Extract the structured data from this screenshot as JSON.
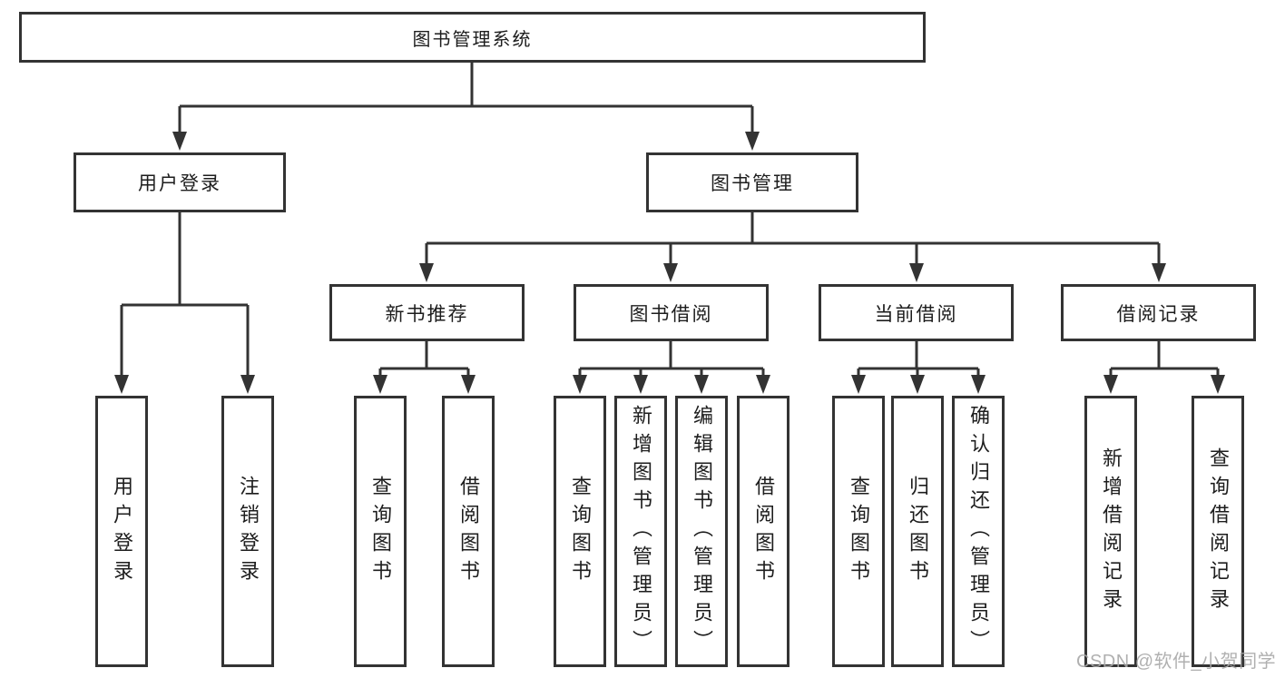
{
  "diagram": {
    "root": "图书管理系统",
    "user_login": {
      "label": "用户登录",
      "children": [
        "用户登录",
        "注销登录"
      ]
    },
    "book_mgmt": {
      "label": "图书管理",
      "modules": [
        {
          "label": "新书推荐",
          "children": [
            "查询图书",
            "借阅图书"
          ]
        },
        {
          "label": "图书借阅",
          "children": [
            "查询图书",
            "新增图书（管理员）",
            "编辑图书（管理员）",
            "借阅图书"
          ]
        },
        {
          "label": "当前借阅",
          "children": [
            "查询图书",
            "归还图书",
            "确认归还（管理员）"
          ]
        },
        {
          "label": "借阅记录",
          "children": [
            "新增借阅记录",
            "查询借阅记录"
          ]
        }
      ]
    }
  },
  "watermark": "CSDN @软件_小贺同学",
  "colors": {
    "line": "#333333",
    "text": "#1d1d1d",
    "background": "#ffffff",
    "watermark": "#a8a8a8"
  }
}
